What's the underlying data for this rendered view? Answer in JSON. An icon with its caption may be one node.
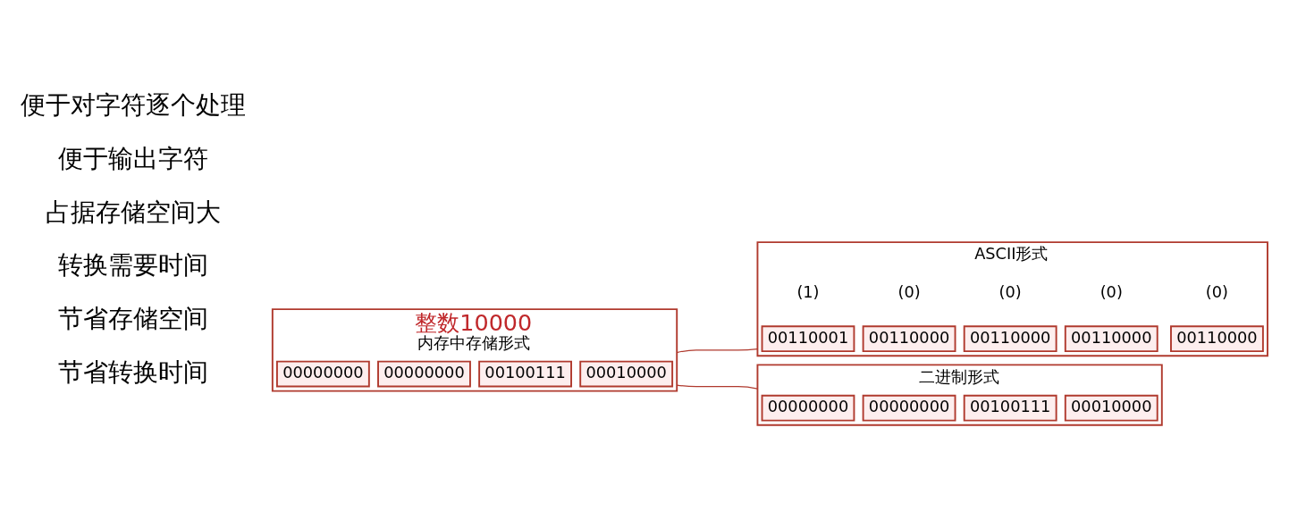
{
  "diagram": {
    "nodes": [
      {
        "text": [
          "整数10000",
          "内存中存储形式"
        ]
      },
      {
        "text": [
          "00000000"
        ],
        "in": 0
      },
      {
        "text": [
          "00000000"
        ],
        "in": 0
      },
      {
        "text": [
          "00100111"
        ],
        "in": 0
      },
      {
        "text": [
          "00010000"
        ],
        "in": 0
      },
      {
        "text": [
          "ASCII形式"
        ]
      },
      {
        "text": [
          "00110001"
        ],
        "in": 5,
        "beside": [
          "(1)"
        ]
      },
      {
        "text": [
          "00110000"
        ],
        "in": 5,
        "beside": [
          "(0)"
        ]
      },
      {
        "text": [
          "00110000"
        ],
        "in": 5,
        "beside": [
          "(0)"
        ]
      },
      {
        "text": [
          "00110000"
        ],
        "in": 5,
        "beside": [
          "(0)"
        ]
      },
      {
        "text": [
          "00110000"
        ],
        "in": 5,
        "beside": [
          "(0)"
        ]
      },
      {
        "text": [
          "二进制形式"
        ]
      },
      {
        "text": [
          "00000000"
        ],
        "in": 11
      },
      {
        "text": [
          "00000000"
        ],
        "in": 11
      },
      {
        "text": [
          "00100111"
        ],
        "in": 11
      },
      {
        "text": [
          "00010000"
        ],
        "in": 11
      }
    ],
    "edges": [
      {
        "from": 0,
        "to": 5,
        "arrow": "none"
      },
      {
        "from": 0,
        "to": 11,
        "arrow": "none"
      }
    ],
    "labels": [
      "便于对字符逐个处理",
      "便于输出字符",
      "占据存储空间大",
      "转换需要时间",
      "节省存储空间",
      "节省转换时间"
    ]
  }
}
